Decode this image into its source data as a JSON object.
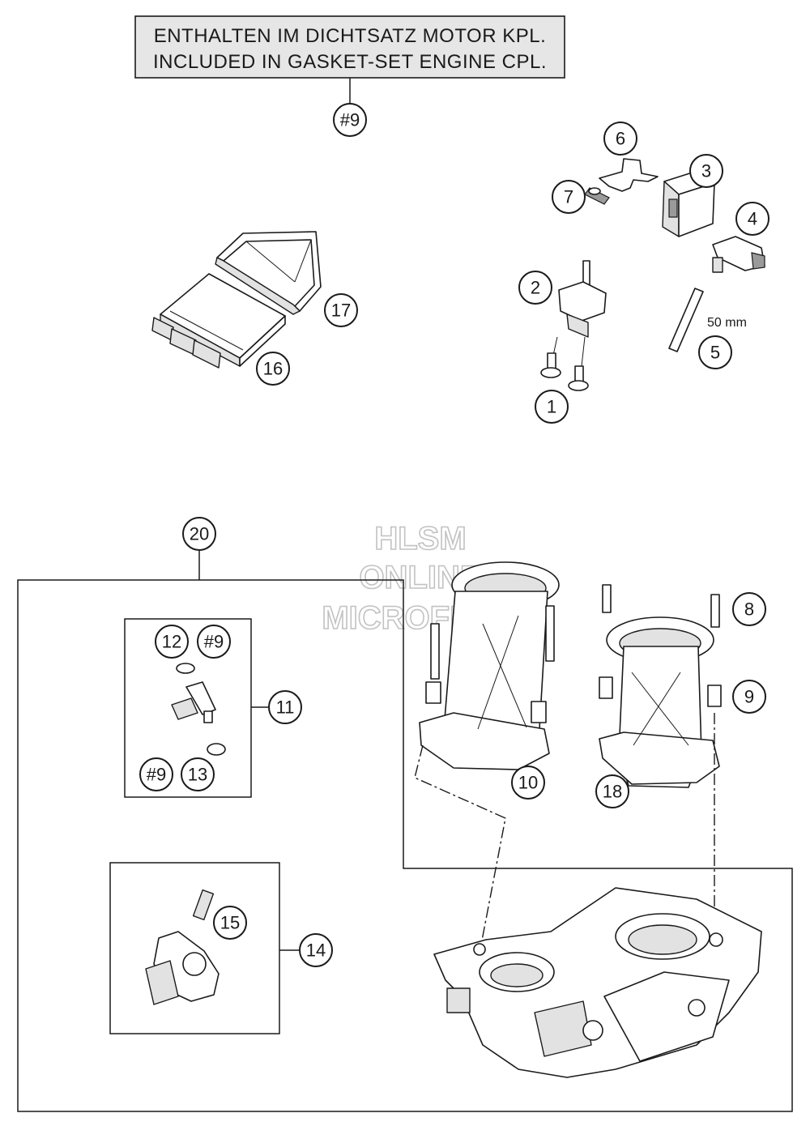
{
  "notice": {
    "line1": "ENTHALTEN IM DICHTSATZ MOTOR KPL.",
    "line2": "INCLUDED IN GASKET-SET ENGINE CPL."
  },
  "dimension_label": "50 mm",
  "watermark": [
    "HLSM",
    "ONLINE",
    "MICROFICHE"
  ],
  "callouts": [
    "#9",
    "1",
    "2",
    "3",
    "4",
    "5",
    "6",
    "7",
    "8",
    "9",
    "10",
    "11",
    "12",
    "#9",
    "#9",
    "13",
    "14",
    "15",
    "16",
    "17",
    "18",
    "20"
  ]
}
